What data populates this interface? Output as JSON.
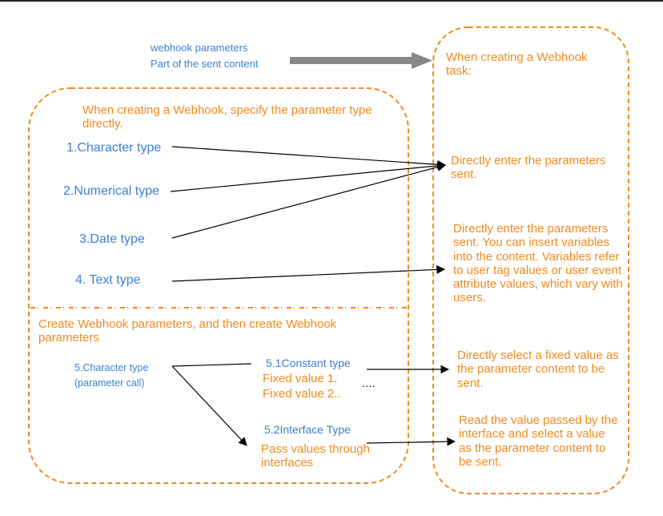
{
  "header": {
    "legend_line1": "webhook parameters",
    "legend_line2": "Part of the sent content"
  },
  "right_panel": {
    "title": "When creating a Webhook task:",
    "direct_entry": "Directly enter the parameters sent.",
    "variable_entry": "Directly enter the parameters sent. You can insert variables into the content. Variables refer to user tag values or user event attribute values, which vary with users.",
    "fixed_select": "Directly select a fixed value as the parameter content to be sent.",
    "interface_select": "Read the value passed by the interface and select a value as the parameter content to be sent."
  },
  "left_panel": {
    "direct_title": "When creating a Webhook, specify the parameter type directly.",
    "types": [
      {
        "label": "1.Character type"
      },
      {
        "label": "2.Numerical type"
      },
      {
        "label": "3.Date type"
      },
      {
        "label": "4. Text type"
      }
    ],
    "create_title": "Create Webhook parameters, and then create Webhook parameters",
    "character_call_line1": "5.Character type",
    "character_call_line2": "(parameter call)",
    "constant_type": "5.1Constant type",
    "fixed_value_1": "Fixed value 1.",
    "fixed_value_2": "Fixed value 2..",
    "ellipsis": "....",
    "interface_type": "5.2Interface Type",
    "pass_values": "Pass values through interfaces"
  },
  "colors": {
    "accent_orange": "#ee8a1c",
    "label_blue": "#3b7fd0",
    "arrow_gray": "#888888"
  }
}
